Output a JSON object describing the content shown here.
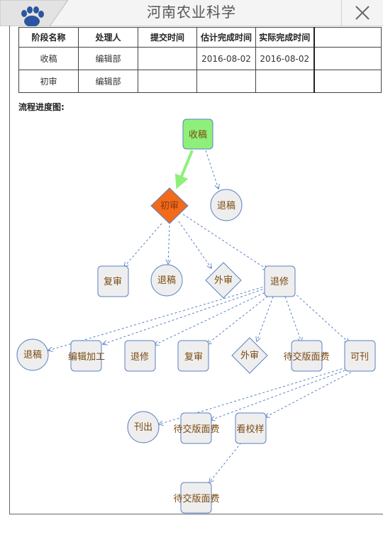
{
  "header": {
    "title": "河南农业科学"
  },
  "table": {
    "columns": [
      "阶段名称",
      "处理人",
      "提交时间",
      "估计完成时间",
      "实际完成时间"
    ],
    "rows": [
      [
        "收稿",
        "编辑部",
        "",
        "2016-08-02",
        "2016-08-02"
      ],
      [
        "初审",
        "编辑部",
        "",
        "",
        ""
      ]
    ]
  },
  "flow": {
    "label": "流程进度图:",
    "nodes": {
      "n_shougao": "收稿",
      "n_chushen": "初审",
      "n_tuigao1": "退稿",
      "n_fushen1": "复审",
      "n_tuigao2": "退稿",
      "n_waishen1": "外审",
      "n_tuixiu1": "退修",
      "n_tuigao3": "退稿",
      "n_bianji": "编辑加工",
      "n_tuixiu2": "退修",
      "n_fushen2": "复审",
      "n_waishen2": "外审",
      "n_daijiao1": "待交版面费",
      "n_kekan": "可刊",
      "n_kanchu": "刊出",
      "n_daijiao2": "待交版面费",
      "n_kanjiao": "看校样",
      "n_daijiao3": "待交版面费"
    },
    "colors": {
      "done": "#8ef07a",
      "current": "#f26a1b",
      "pending": "#eeeeee",
      "stroke": "#5b82c4",
      "active_edge": "#8ef07a"
    }
  }
}
